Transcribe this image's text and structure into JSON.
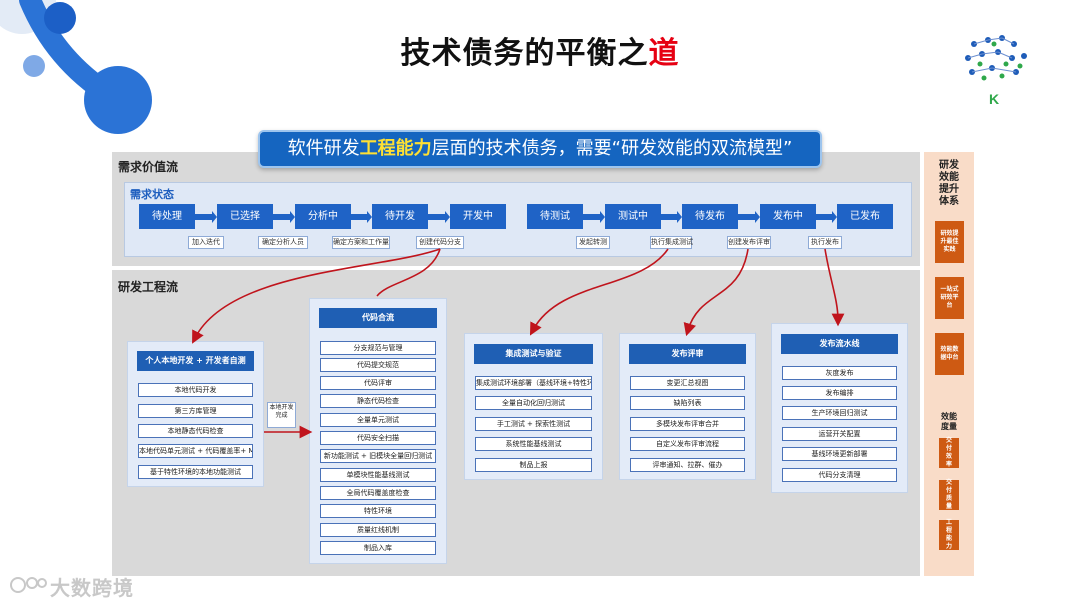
{
  "title": {
    "main": "技术债务的平衡之",
    "accent": "道"
  },
  "banner": {
    "pre": "软件研发",
    "highlight": "工程能力",
    "post": "层面的技术债务，需要“研发效能的双流模型”"
  },
  "value_stream": {
    "title": "需求价值流",
    "sub_title": "需求状态",
    "stages": [
      "待处理",
      "已选择",
      "分析中",
      "待开发",
      "开发中",
      "待测试",
      "测试中",
      "待发布",
      "发布中",
      "已发布"
    ],
    "notes": [
      "加入迭代",
      "确定分析人员",
      "确定方案和工作量",
      "创建代码分支",
      "发起转测",
      "执行集成测试",
      "创建发布评审",
      "执行发布"
    ]
  },
  "engineering_stream": {
    "title": "研发工程流",
    "cards": [
      {
        "title": "个人本地开发 + 开发者自测",
        "items": [
          "本地代码开发",
          "第三方库管理",
          "本地静态代码检查",
          "本地代码单元测试 + 代码覆盖率+ Mock",
          "基于特性环境的本地功能测试"
        ]
      },
      {
        "title": "代码合流",
        "items": [
          "分支规范与管理",
          "代码提交规范",
          "代码评审",
          "静态代码检查",
          "全量单元测试",
          "代码安全扫描",
          "新功能测试 + 旧模块全量回归测试",
          "单模块性能基线测试",
          "全局代码覆盖度检查",
          "特性环境",
          "质量红线机制",
          "制品入库"
        ]
      },
      {
        "title": "集成测试与验证",
        "items": [
          "集成测试环境部署（基线环境+特性环境）",
          "全量自动化回归测试",
          "手工测试 + 探索性测试",
          "系统性能基线测试",
          "制品上报"
        ]
      },
      {
        "title": "发布评审",
        "items": [
          "变更汇总视图",
          "缺陷列表",
          "多模块发布评审合并",
          "自定义发布评审流程",
          "评审通知、拉群、催办"
        ]
      },
      {
        "title": "发布流水线",
        "items": [
          "灰度发布",
          "发布编排",
          "生产环境回归测试",
          "运营开关配置",
          "基线环境更新部署",
          "代码分支清理"
        ]
      }
    ],
    "side_note": "本地开发完成"
  },
  "system": {
    "title": "研发效能提升体系",
    "boxes": [
      "研效提升最佳实践",
      "一站式研效平台",
      "效能数据中台"
    ],
    "measure_title": "效能度量",
    "measures": [
      "交付效率",
      "交付质量",
      "工程能力"
    ]
  },
  "watermark": "大数跨境",
  "colors": {
    "accent_red": "#e60012",
    "brand_blue": "#1f63c6",
    "banner_highlight": "#ffe033",
    "connector_red": "#c0141c",
    "system_orange": "#ce5a13"
  }
}
